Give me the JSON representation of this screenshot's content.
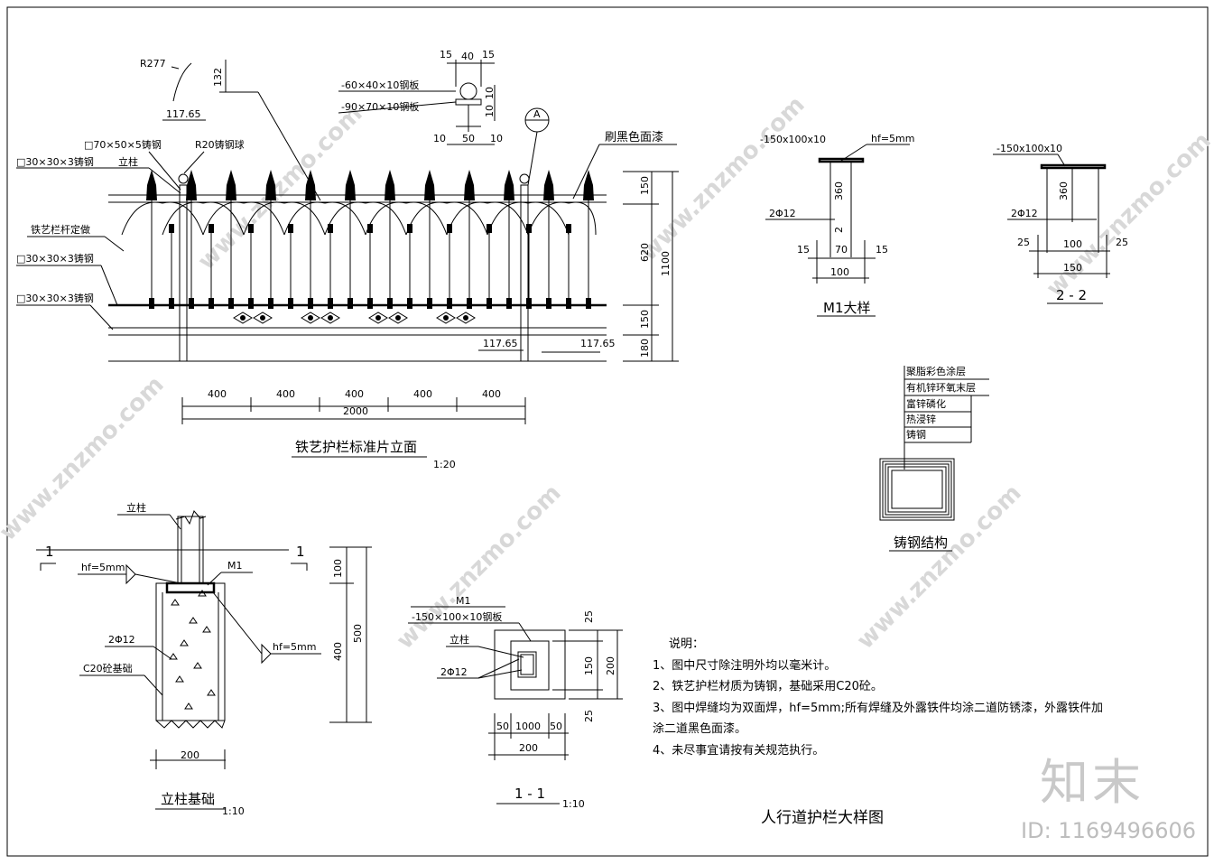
{
  "elevation": {
    "title": "铁艺护栏标准片立面",
    "scale": "1:20",
    "labels": {
      "r277": "R277",
      "d132": "132",
      "d11765a": "117.65",
      "tube70": "□70×50×5铸钢",
      "ball": "R20铸钢球",
      "tube30a": "□30×30×3铸钢",
      "post": "立柱",
      "rail": "铁艺栏杆定做",
      "tube30b": "□30×30×3铸钢",
      "tube30c": "□30×30×3铸钢",
      "paint": "刷黑色面漆",
      "plate60": "-60×40×10钢板",
      "plate90": "-90×70×10钢板",
      "circleA": "A",
      "d11765b": "117.65",
      "d11765c": "117.65"
    },
    "topdims": [
      "15",
      "40",
      "15"
    ],
    "sidedims": [
      "10",
      "10"
    ],
    "bottomdims": [
      "10",
      "50",
      "10"
    ],
    "heights": [
      "150",
      "620",
      "150",
      "180",
      "1100"
    ],
    "spans": [
      "400",
      "400",
      "400",
      "400",
      "400"
    ],
    "total": "2000"
  },
  "m1": {
    "title": "M1大样",
    "plate": "-150x100x10",
    "weld": "hf=5mm",
    "bar": "2Φ12",
    "h": "360",
    "two": "2",
    "dims": [
      "15",
      "70",
      "15"
    ],
    "total": "100"
  },
  "s22": {
    "title": "2 - 2",
    "plate": "-150x100x10",
    "bar": "2Φ12",
    "h": "360",
    "dims": [
      "25",
      "100",
      "25"
    ],
    "total": "150"
  },
  "coating": {
    "layers": [
      "聚脂彩色涂层",
      "有机锌环氧末层",
      "富锌磷化",
      "热浸锌",
      "铸钢"
    ],
    "title": "铸钢结构"
  },
  "foundation": {
    "title": "立柱基础",
    "scale": "1:10",
    "post": "立柱",
    "weld1": "hf=5mm",
    "m1": "M1",
    "bar": "2Φ12",
    "concrete": "C20砼基础",
    "weld2": "hf=5mm",
    "cut": "1",
    "dims": [
      "100",
      "400",
      "500"
    ],
    "width": "200"
  },
  "s11": {
    "title": "1 - 1",
    "scale": "1:10",
    "m1": "M1",
    "plate": "-150×100×10钢板",
    "post": "立柱",
    "bar": "2Φ12",
    "vdims": [
      "25",
      "150",
      "200",
      "25"
    ],
    "hdims": [
      "50",
      "1000",
      "50"
    ],
    "total": "200"
  },
  "notes": {
    "heading": "说明：",
    "items": [
      "1、图中尺寸除注明外均以毫米计。",
      "2、铁艺护栏材质为铸钢，基础采用C20砼。",
      "3、图中焊缝均为双面焊，hf=5mm;所有焊缝及外露铁件均涂二道防锈漆，外露铁件加",
      "涂二道黑色面漆。",
      "4、未尽事宜请按有关规范执行。"
    ]
  },
  "drawing_title": "人行道护栏大样图",
  "brand": {
    "logo": "知末",
    "id": "ID: 1169496606",
    "watermark": "www.znzmo.com"
  }
}
